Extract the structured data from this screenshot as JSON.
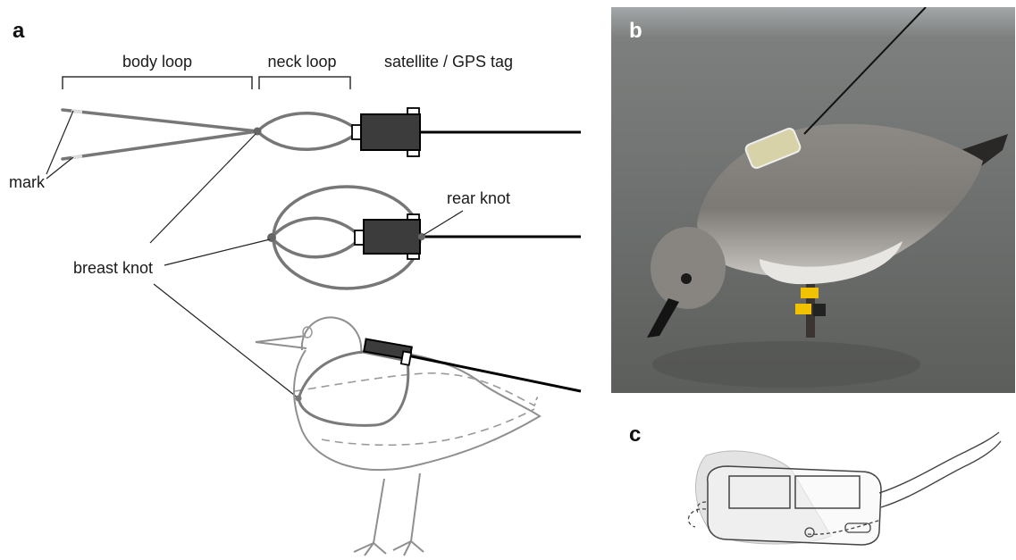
{
  "panels": {
    "a": "a",
    "b": "b",
    "c": "c"
  },
  "labels": {
    "body_loop": "body loop",
    "neck_loop": "neck loop",
    "tag": "satellite / GPS tag",
    "mark": "mark",
    "rear_knot": "rear knot",
    "breast_knot": "breast knot"
  },
  "colors": {
    "loop": "#777777",
    "tag_body": "#3c3c3c",
    "bird_outline": "#a8a8a8",
    "leg_band": "#f2c200"
  }
}
